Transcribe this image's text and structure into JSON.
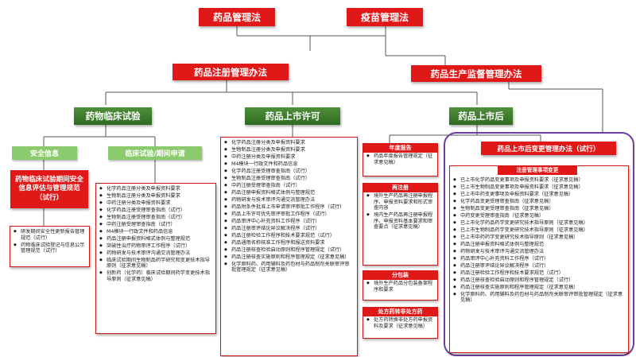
{
  "top": {
    "drug_law": "药品管理法",
    "vaccine_law": "疫苗管理法"
  },
  "level2": {
    "registration": "药品注册管理办法",
    "production": "药品生产监督管理办法"
  },
  "level3": {
    "clinical": "药物临床试验",
    "marketing": "药品上市许可",
    "post": "药品上市后"
  },
  "clinical_sub": {
    "safety_label": "安全信息",
    "safety_title": "药物临床试验期间安全信息评估与管理规范（试行）",
    "safety_items": [
      "研发期间安全性更新报告管理规范（试行）",
      "药物临床试验登记与信息公示管理规范（试行）"
    ],
    "trial_label": "临床试验/期间申请",
    "trial_items": [
      "化学药品注册分类及申报资料要求",
      "生物制品注册分类及申报资料要求",
      "中药注册分类及申报资料要求",
      "化学药品注册受理审查指南（试行）",
      "生物制品注册受理审查指南（试行）",
      "中药注册受理审查指南（试行）",
      "M4模块一行政文件和药品信息",
      "药品注册申报资料格式体例与整理规范",
      "突破性治疗药物审评工作程序（试行）",
      "药物研发与技术审评沟通交流管理办法",
      "临床试验期间生物制品药学研究和变更技术指导原则（征求意见稿）",
      "创新药（化学药）临床试验期间药学变更技术指导原则（征求意见稿）"
    ]
  },
  "marketing_items": [
    "化学药品注册分类及申报资料要求",
    "生物制品注册分类及申报资料要求",
    "中药注册分类及申报资料要求",
    "M4模块一行政文件和药品信息",
    "化学药品注册受理审查指南（试行）",
    "生物制品注册受理审查指南（试行）",
    "中药注册受理审查指南（试行）",
    "药品注册申报资料格式体例与整理规范",
    "药物研发与技术审评沟通交流管理办法",
    "药品附条件批准上市申请审评审批工作程序（试行）",
    "药品上市许可优先审评审批工作程序（试行）",
    "药品审评中心补充资料工作程序（试行）",
    "药品注册审评结论异议解决程序（试行）",
    "药品注册检验工作程序和技术要求规范（试行）",
    "药品通用名称核准工作程序和报送资料要求",
    "药品注册核查检验启动原则和程序管理规定（试行）",
    "药品注册核查实施原则和程序管理规定（征求意见稿）",
    "化学原料药、药用辅料及药包材与药品制剂关联审评审批管理规定（征求意见稿）"
  ],
  "post_small": {
    "annual_title": "年度报告",
    "annual_body": "药品年度报告管理规定（征求意见稿）",
    "reg_title": "再注册",
    "reg_items": [
      "境外生产药品再注册申报程序、申报资料要求和形式审查内容",
      "境内生产药品再注册申报程序、申报资料基本要求和审查要点（征求意见稿）"
    ],
    "pkg_title": "分包装",
    "pkg_body": "境外生产药品分包装备案程序和要求",
    "otc_title": "处方药转非处方药",
    "otc_body": "处方药转换非处方药申报资料及要求（征求意见稿）"
  },
  "post_change": {
    "title": "药品上市后变更管理办法（试行）",
    "sub_title": "注册管理事项变更",
    "items": [
      "已上市化学药品变更事项及申报资料要求（征求意见稿）",
      "已上市生物制品变更事项及申报资料要求（征求意见稿）",
      "已上市中药变更事项及申报资料要求（征求意见稿）",
      "化学药品变更受理审查指南（征求意见稿）",
      "生物制品变更受理审查指南（征求意见稿）",
      "中药变更受理审查指南（征求意见稿）",
      "已上市化学药品药学变更研究技术指导原则（征求意见稿）",
      "已上市生物制品药学变更研究技术指导原则（征求意见稿）",
      "已上市中药药学变更研究技术指导原则（征求意见稿）",
      "药品注册申报资料格式体例与整理规范",
      "药物研发与技术审评沟通交流管理办法",
      "药品审评中心补充资料工作程序（试行）",
      "药品注册审评结论异议解决程序（试行）",
      "药品注册检验工作程序和技术要求规范（试行）",
      "药品注册核查检验启动原则和程序管理规定（试行）",
      "药品注册核查实施原则和程序管理规定（征求意见稿）",
      "化学原料药、药用辅料及药包材与药品制剂关联审评审批管理规定（征求意见稿）"
    ]
  },
  "colors": {
    "red": "#e01818",
    "green": "#3a7d2c",
    "light_green": "#8ccb6d",
    "purple": "#6a3fa0"
  }
}
